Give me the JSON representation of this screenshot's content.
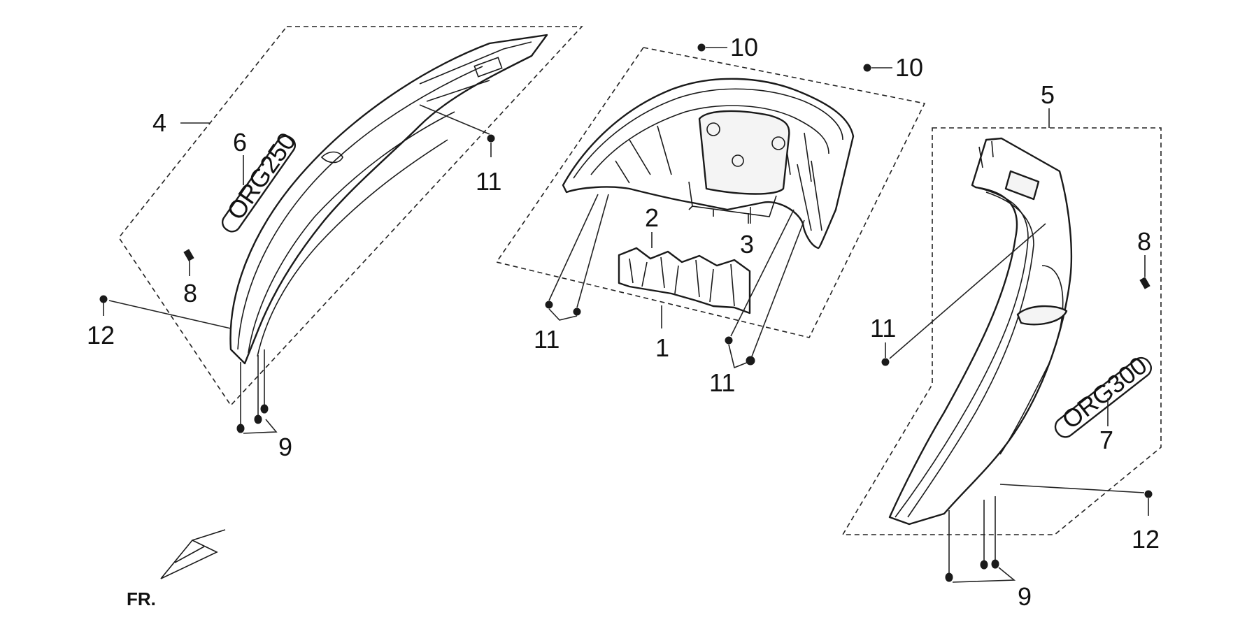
{
  "callouts": {
    "c1": "1",
    "c2": "2",
    "c3": "3",
    "c4": "4",
    "c5": "5",
    "c6": "6",
    "c7": "7",
    "c8_left": "8",
    "c8_right": "8",
    "c9_left": "9",
    "c9_right": "9",
    "c10_a": "10",
    "c10_b": "10",
    "c11_left": "11",
    "c11_center_left": "11",
    "c11_center_right": "11",
    "c11_right": "11",
    "c12_left": "12",
    "c12_right": "12"
  },
  "direction_marker": {
    "label": "FR."
  },
  "decals": {
    "left_emblem": "ORG250",
    "right_emblem": "ORG300"
  }
}
